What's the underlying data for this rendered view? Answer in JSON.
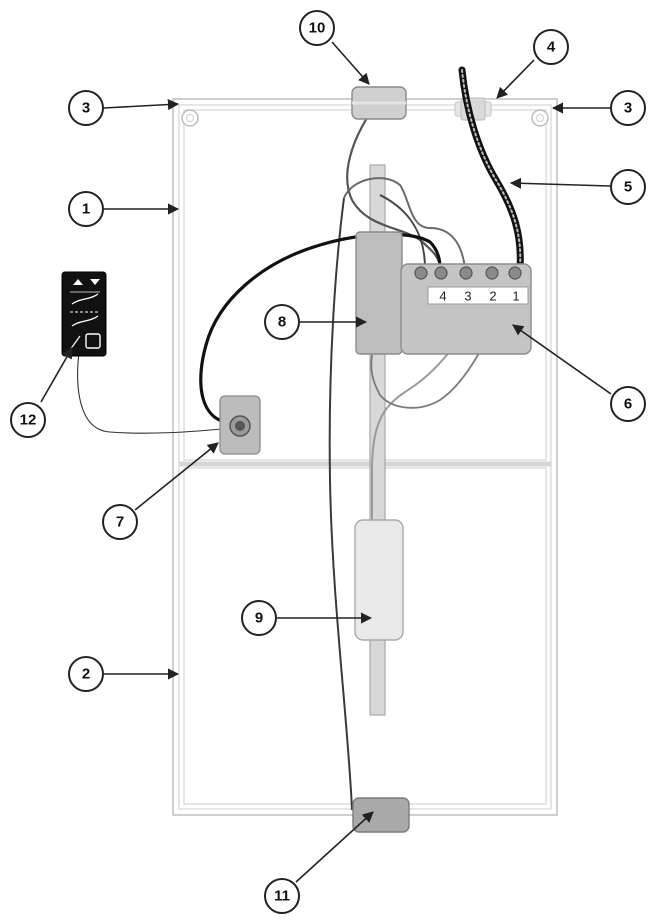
{
  "diagram": {
    "callouts": [
      {
        "id": "c10",
        "label": "10"
      },
      {
        "id": "c4",
        "label": "4"
      },
      {
        "id": "c3-left",
        "label": "3"
      },
      {
        "id": "c3-right",
        "label": "3"
      },
      {
        "id": "c1",
        "label": "1"
      },
      {
        "id": "c5",
        "label": "5"
      },
      {
        "id": "c8",
        "label": "8"
      },
      {
        "id": "c6",
        "label": "6"
      },
      {
        "id": "c12",
        "label": "12"
      },
      {
        "id": "c7",
        "label": "7"
      },
      {
        "id": "c9",
        "label": "9"
      },
      {
        "id": "c2",
        "label": "2"
      },
      {
        "id": "c11",
        "label": "11"
      }
    ],
    "terminals": [
      "4",
      "3",
      "2",
      "1"
    ]
  }
}
